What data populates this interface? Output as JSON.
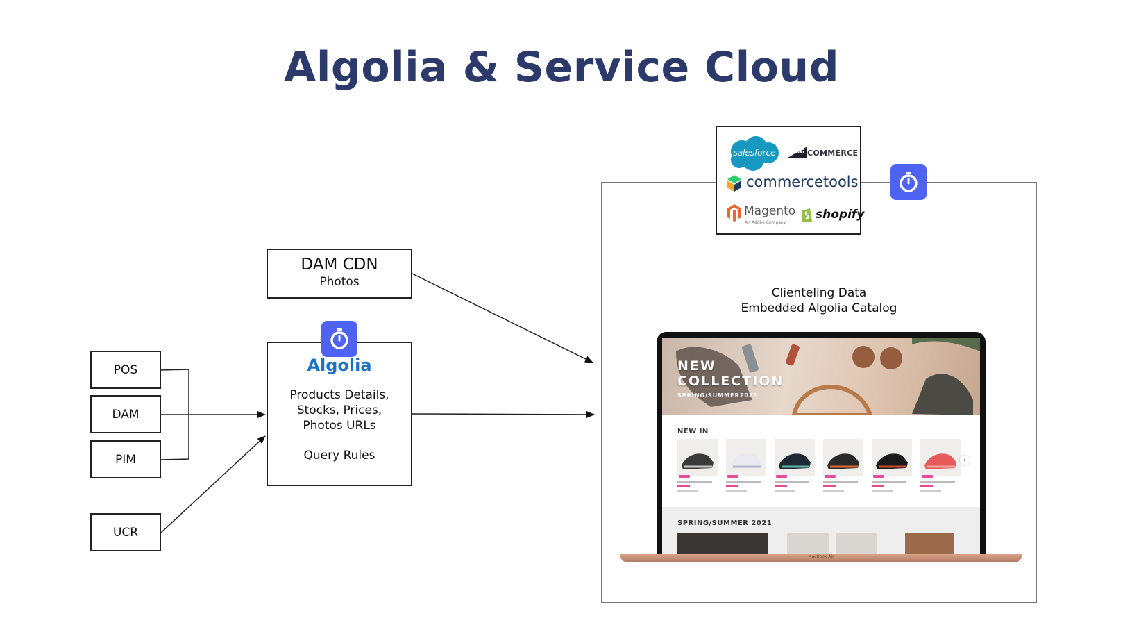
{
  "title": "Algolia & Service Cloud",
  "sources": [
    {
      "label": "POS"
    },
    {
      "label": "DAM"
    },
    {
      "label": "PIM"
    },
    {
      "label": "UCR"
    }
  ],
  "dam_cdn": {
    "title": "DAM CDN",
    "subtitle": "Photos"
  },
  "algolia": {
    "name": "Algolia",
    "details_line1": "Products Details,",
    "details_line2": "Stocks, Prices,",
    "details_line3": "Photos URLs",
    "rules": "Query Rules"
  },
  "platforms": {
    "salesforce": "salesforce",
    "bigcommerce_big": "BIG",
    "bigcommerce_rest": "COMMERCE",
    "commercetools": "commercetools",
    "magento": "Magento",
    "magento_sub": "An Adobe Company",
    "shopify": "shopify"
  },
  "caption": {
    "line1": "Clienteling Data",
    "line2": "Embedded Algolia Catalog"
  },
  "laptop": {
    "hero_line1": "NEW",
    "hero_line2": "COLLECTION",
    "hero_sub": "SPRING/SUMMER2021",
    "new_in": "NEW IN",
    "spring_section": "SPRING/SUMMER 2021",
    "model": "MacBook Air",
    "products": [
      {
        "color": "#3a3a3a",
        "accent": "#c9c9c9"
      },
      {
        "color": "#e9e9ef",
        "accent": "#b8b8c8"
      },
      {
        "color": "#1d2a35",
        "accent": "#5fb4a6"
      },
      {
        "color": "#2a2a2a",
        "accent": "#e06a2b"
      },
      {
        "color": "#1a1a1a",
        "accent": "#c94a2e"
      },
      {
        "color": "#e85a5a",
        "accent": "#f3a0a0"
      }
    ]
  },
  "colors": {
    "title": "#2c3a6b",
    "algolia_text": "#1a73c7",
    "timer_badge": "#4f63f2",
    "salesforce": "#1798c1",
    "commercetools_green": "#2ecc71",
    "magento": "#ee672f"
  },
  "icons": {
    "timer": "stopwatch-icon",
    "more": "chevron-right-icon"
  }
}
